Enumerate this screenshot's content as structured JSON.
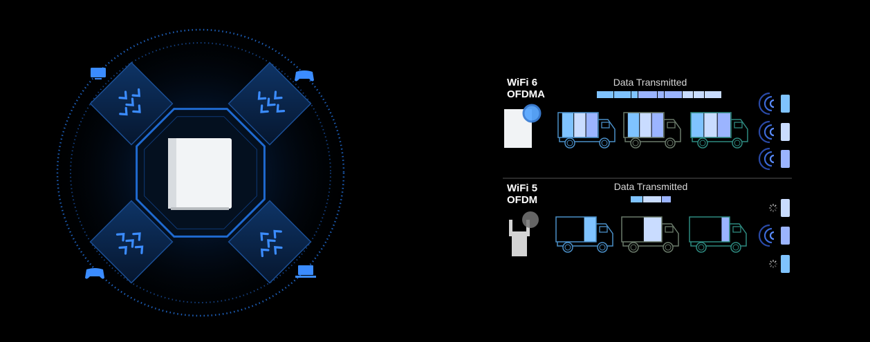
{
  "colors": {
    "background": "#000000",
    "accent": "#1e6fd9",
    "glow": "#0a3a7a",
    "light_blue": "#7fc3ff",
    "pale_blue": "#c9dcff",
    "periwinkle": "#8fa8ff"
  },
  "left_diagram": {
    "devices": [
      {
        "icon": "monitor-icon"
      },
      {
        "icon": "gamepad-icon"
      },
      {
        "icon": "gamepad-icon"
      },
      {
        "icon": "laptop-icon"
      }
    ]
  },
  "wifi6": {
    "title_line1": "WiFi 6",
    "title_line2": "OFDMA",
    "data_label": "Data Transmitted",
    "truck_cargo_fill": [
      0.9,
      0.9,
      1.0
    ],
    "device_signal": [
      "signal",
      "signal",
      "signal"
    ]
  },
  "wifi5": {
    "title_line1": "WiFi 5",
    "title_line2": "OFDM",
    "data_label": "Data Transmitted",
    "truck_cargo_fill": [
      0.3,
      0.45,
      0.2
    ],
    "device_signal": [
      "waiting",
      "signal",
      "waiting"
    ]
  }
}
